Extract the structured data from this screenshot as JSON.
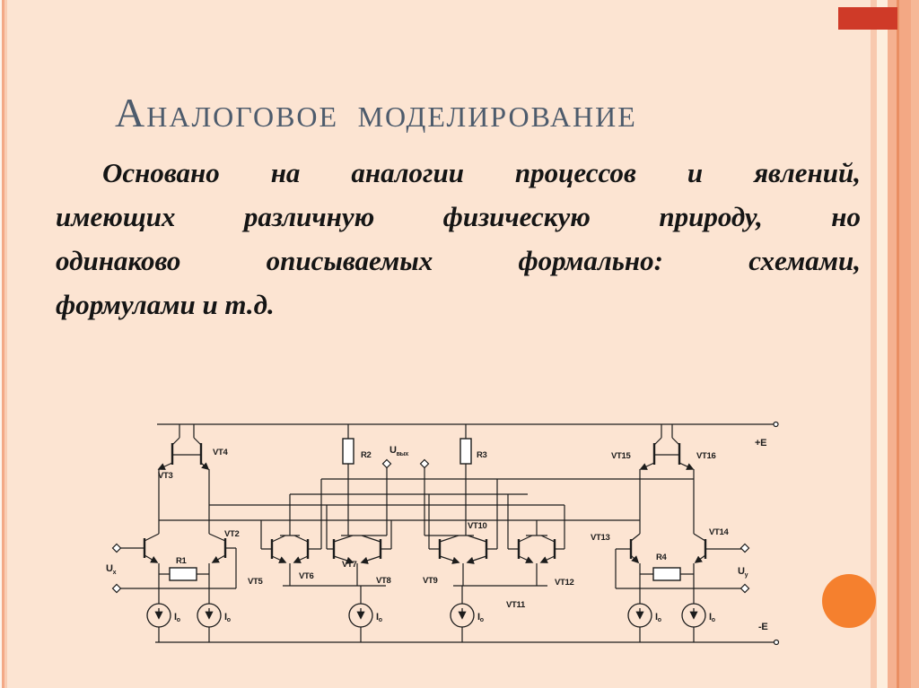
{
  "slide": {
    "title": "Аналоговое моделирование",
    "body_lines": [
      "Основано на аналогии процессов и явлений,",
      "имеющих различную физическую природу, но",
      "одинаково описываемых формально: схемами,",
      "формулами и т.д."
    ],
    "theme": {
      "background": "#fce4d2",
      "title_color": "#4d5b6c",
      "text_color": "#151515",
      "accent_orange_circle": "#f5802e",
      "accent_red_rectangle": "#cf3a28",
      "stripe_colors": [
        "#f8c9ae",
        "#fdeedd",
        "#f5b190",
        "#e98e62",
        "#f3a884",
        "#f6b897"
      ]
    }
  },
  "circuit": {
    "power_rails": {
      "positive": "+E",
      "negative": "-E"
    },
    "inputs": {
      "ux": {
        "main": "U",
        "sub": "x"
      },
      "uy": {
        "main": "U",
        "sub": "y"
      }
    },
    "output": {
      "main": "U",
      "sub": "вых"
    },
    "current_source": {
      "main": "I",
      "sub": "o"
    },
    "transistors": {
      "vt2": "VT2",
      "vt3": "VT3",
      "vt4": "VT4",
      "vt5": "VT5",
      "vt6": "VT6",
      "vt7": "VT7",
      "vt8": "VT8",
      "vt9": "VT9",
      "vt10": "VT10",
      "vt11": "VT11",
      "vt12": "VT12",
      "vt13": "VT13",
      "vt14": "VT14",
      "vt15": "VT15",
      "vt16": "VT16"
    },
    "resistors": {
      "r1": "R1",
      "r2": "R2",
      "r3": "R3",
      "r4": "R4"
    }
  }
}
